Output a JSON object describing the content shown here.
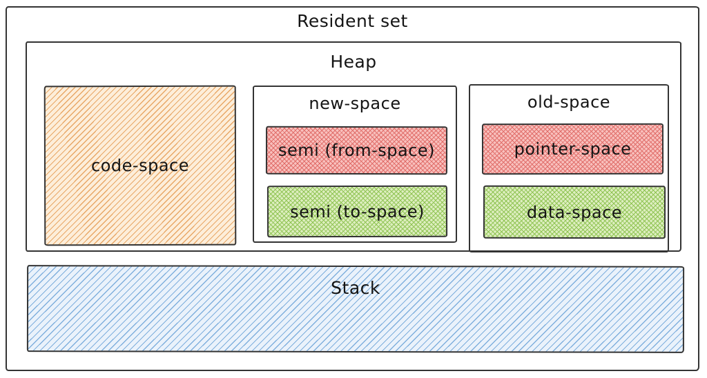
{
  "diagram": {
    "title": "Resident set",
    "heap": {
      "title": "Heap",
      "code_space": {
        "label": "code-space"
      },
      "new_space": {
        "title": "new-space",
        "semi_from": {
          "label": "semi (from-space)"
        },
        "semi_to": {
          "label": "semi (to-space)"
        }
      },
      "old_space": {
        "title": "old-space",
        "pointer_space": {
          "label": "pointer-space"
        },
        "data_space": {
          "label": "data-space"
        }
      }
    },
    "stack": {
      "label": "Stack"
    }
  },
  "colors": {
    "ink": "#2b2b2b",
    "border": "#333333",
    "code_space_fill": "#fdeeda",
    "code_space_hatch": "#e8a766",
    "red_fill": "#f8c0bd",
    "red_hatch": "#e06c68",
    "green_fill": "#ddeebf",
    "green_hatch": "#8fc352",
    "blue_fill": "#eaf2fb",
    "blue_hatch": "#7fafdd"
  }
}
